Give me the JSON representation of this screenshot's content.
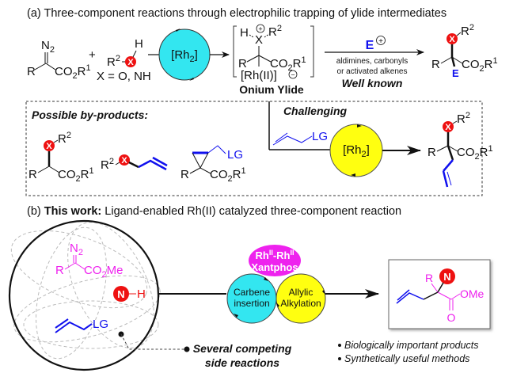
{
  "section_a": {
    "title": "(a) Three-component reactions through electrophilic trapping of ylide intermediates",
    "diazo": {
      "n2": "N",
      "n2_sub": "2",
      "r": "R",
      "ester": "CO",
      "ester_sub": "2",
      "ester_r": "R",
      "ester_r_sup": "1"
    },
    "plus": "+",
    "nucleophile": {
      "r2": "R",
      "r2_sup": "2",
      "x": "X",
      "h": "H",
      "note": "X = O, NH"
    },
    "catalyst": {
      "label": "[Rh",
      "label_sub": "2",
      "label_end": "]",
      "color": "#33e6f0"
    },
    "ylide": {
      "h": "H",
      "x": "X",
      "r2": "R",
      "r2_sup": "2",
      "r": "R",
      "ester": "CO",
      "ester_sub": "2",
      "ester_r": "R",
      "ester_r_sup": "1",
      "rh": "[Rh(II)]",
      "plus": "+",
      "minus": "−",
      "caption": "Onium Ylide"
    },
    "electrophile": {
      "e": "E",
      "plus": "+",
      "line1": "aldimines, carbonyls",
      "line2": "or activated alkenes",
      "caption": "Well known"
    },
    "product": {
      "x": "X",
      "r2": "R",
      "r2_sup": "2",
      "r": "R",
      "e": "E",
      "ester": "CO",
      "ester_sub": "2",
      "ester_r": "R",
      "ester_r_sup": "1"
    }
  },
  "byproducts": {
    "title": "Possible by-products:",
    "challenging": "Challenging",
    "lg": "LG",
    "catalyst": {
      "label": "[Rh",
      "label_sub": "2",
      "label_end": "]",
      "color": "#ffff10"
    },
    "items": [
      {
        "x": "X",
        "r2": "R",
        "r2_sup": "2",
        "r": "R",
        "ester": "CO",
        "ester_sub": "2",
        "ester_r": "R",
        "ester_r_sup": "1"
      },
      {
        "x": "X",
        "r2": "R",
        "r2_sup": "2"
      },
      {
        "lg": "LG",
        "r": "R",
        "ester": "CO",
        "ester_sub": "2",
        "ester_r": "R",
        "ester_r_sup": "1"
      }
    ],
    "product": {
      "x": "X",
      "r2": "R",
      "r2_sup": "2",
      "r": "R",
      "ester": "CO",
      "ester_sub": "2",
      "ester_r": "R",
      "ester_r_sup": "1"
    }
  },
  "section_b": {
    "prefix": "(b) ",
    "bold": "This work:",
    "title": " Ligand-enabled Rh(II) catalyzed three-component reaction",
    "mix": {
      "n2": "N",
      "n2_sub": "2",
      "r": "R",
      "ester": "CO",
      "ester_sub": "2",
      "ester_me": "Me",
      "n": "N",
      "h": "H",
      "lg": "LG"
    },
    "competing_line1": "Several competing",
    "competing_line2": "side reactions",
    "ligand": {
      "rh1": "Rh",
      "rh1_sup": "II",
      "dash": "-Rh",
      "rh2_sup": "II",
      "name": "Xantphos",
      "color": "#ee22ee"
    },
    "cycle1": {
      "line1": "Carbene",
      "line2": "insertion",
      "color": "#33e6f0"
    },
    "cycle2": {
      "line1": "Allylic",
      "line2": "Alkylation",
      "color": "#ffff10"
    },
    "product": {
      "r": "R",
      "n": "N",
      "ome": "OMe",
      "o": "O"
    },
    "bullets": [
      "Biologically important products",
      "Synthetically useful methods"
    ]
  },
  "colors": {
    "magenta": "#ee22ee",
    "blue": "#1010ee",
    "red": "#ee1111",
    "cyan": "#33e6f0",
    "yellow": "#ffff10"
  }
}
